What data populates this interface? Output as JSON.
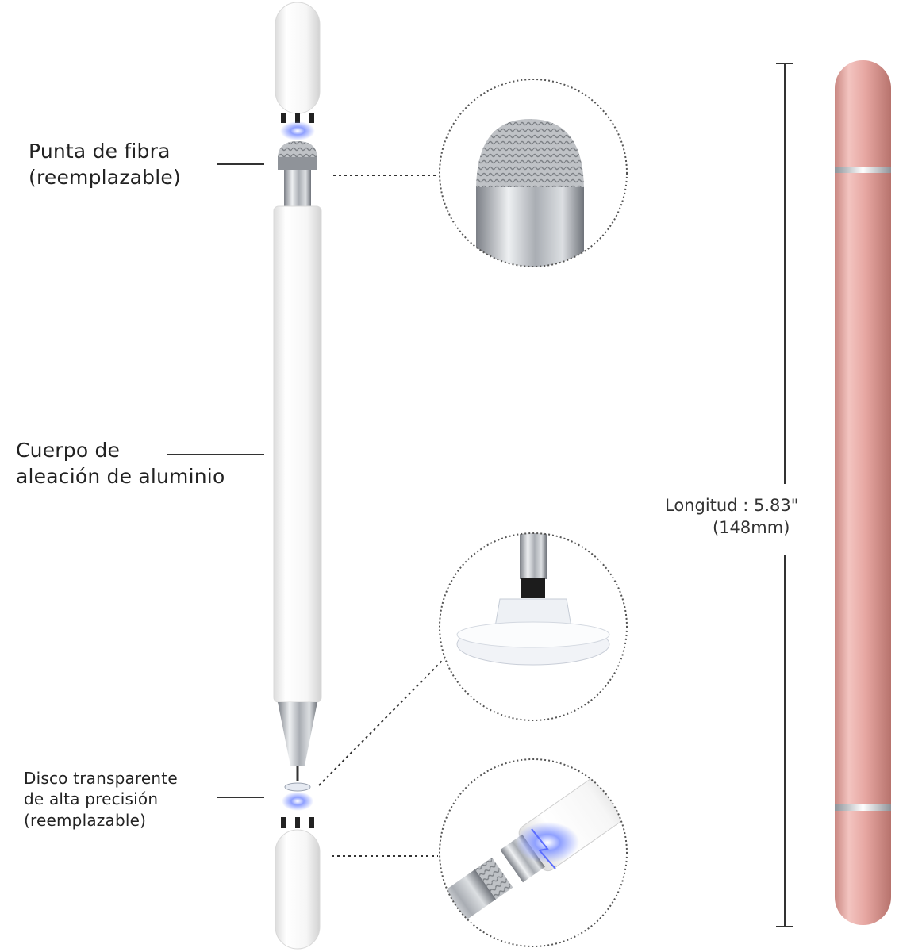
{
  "labels": {
    "fiber_tip": {
      "line1": "Punta de fibra",
      "line2": "(reemplazable)"
    },
    "body": {
      "line1": "Cuerpo de",
      "line2": "aleación de aluminio"
    },
    "disc": {
      "line1": "Disco transparente",
      "line2": "de alta precisión",
      "line3": "(reemplazable)"
    },
    "length": {
      "line1": "Longitud : 5.83\"",
      "line2": "(148mm)"
    }
  },
  "colors": {
    "pen_white": "#f4f4f4",
    "pen_pink": "#e7a9a5",
    "metal": "#b8bcc2",
    "magnet_glow": "#5a6cff",
    "leader_line": "#333333",
    "circle_border": "#555555"
  },
  "icons": {
    "magnet": "magnet-spark-icon",
    "fiber_tip": "mesh-tip-icon",
    "disc_tip": "transparent-disc-icon"
  }
}
